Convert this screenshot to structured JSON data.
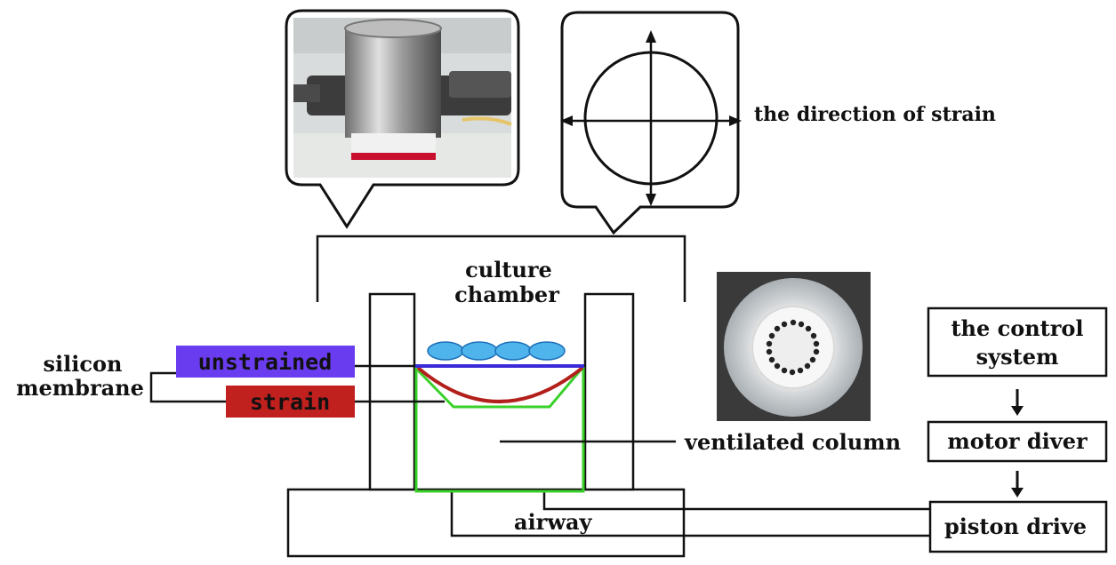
{
  "labels": {
    "direction_of_strain": "the direction  of strain",
    "culture": "culture",
    "chamber": "chamber",
    "silicon": "silicon",
    "membrane": "membrane",
    "unstrained": "unstrained",
    "strain": "strain",
    "ventilated_column": "ventilated column",
    "airway": "airway",
    "control_line1": "the control",
    "control_line2": "system",
    "motor_diver": "motor diver",
    "piston_drive": "piston drive"
  },
  "colors": {
    "unstrained_fill": "#6a3cf0",
    "unstrained_line": "#3b2ad8",
    "strain_fill": "#c0201e",
    "strain_curve": "#b3201c",
    "column_outline": "#3ad12a",
    "cells_fill": "#4fb3ec",
    "cells_stroke": "#1a6fb8",
    "line": "#111111"
  },
  "icons": {
    "photo_chamber": "photo-chamber-device-icon",
    "photo_membrane": "photo-membrane-top-view-icon",
    "cells": "cells-icon",
    "arrow": "arrow-down-icon"
  }
}
